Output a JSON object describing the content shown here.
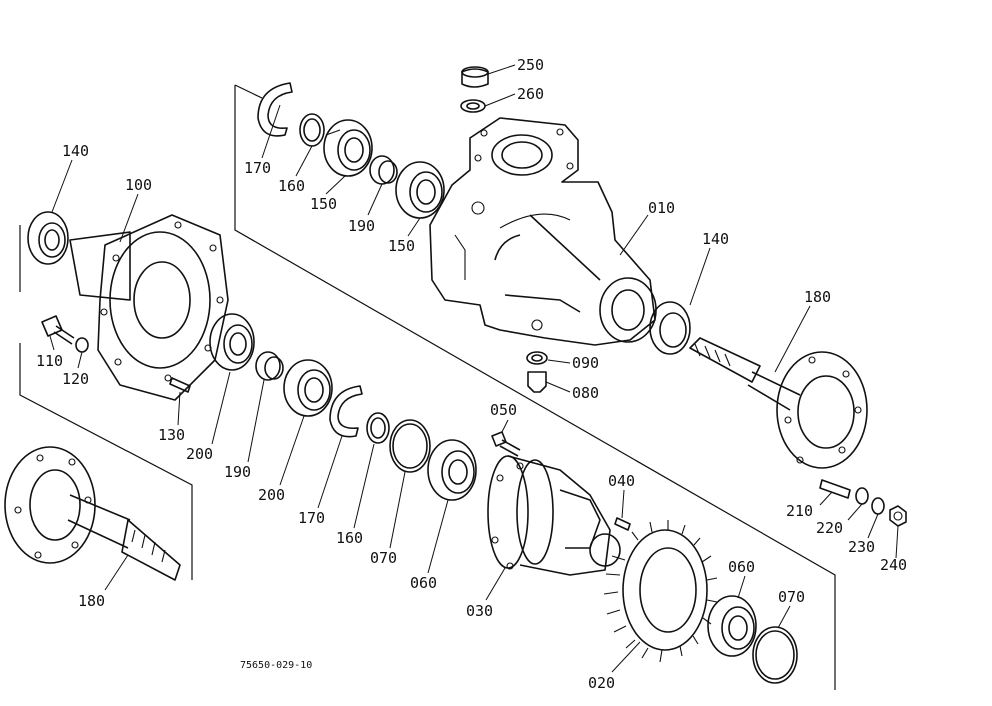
{
  "diagram": {
    "drawing_code": "75650-029-10",
    "callouts": [
      {
        "id": "250"
      },
      {
        "id": "260"
      },
      {
        "id": "170"
      },
      {
        "id": "160"
      },
      {
        "id": "150"
      },
      {
        "id": "190"
      },
      {
        "id": "150"
      },
      {
        "id": "010"
      },
      {
        "id": "140"
      },
      {
        "id": "100"
      },
      {
        "id": "140"
      },
      {
        "id": "180"
      },
      {
        "id": "110"
      },
      {
        "id": "120"
      },
      {
        "id": "090"
      },
      {
        "id": "080"
      },
      {
        "id": "130"
      },
      {
        "id": "200"
      },
      {
        "id": "190"
      },
      {
        "id": "200"
      },
      {
        "id": "170"
      },
      {
        "id": "160"
      },
      {
        "id": "070"
      },
      {
        "id": "060"
      },
      {
        "id": "050"
      },
      {
        "id": "040"
      },
      {
        "id": "030"
      },
      {
        "id": "020"
      },
      {
        "id": "060"
      },
      {
        "id": "070"
      },
      {
        "id": "210"
      },
      {
        "id": "220"
      },
      {
        "id": "230"
      },
      {
        "id": "240"
      },
      {
        "id": "180"
      }
    ]
  }
}
